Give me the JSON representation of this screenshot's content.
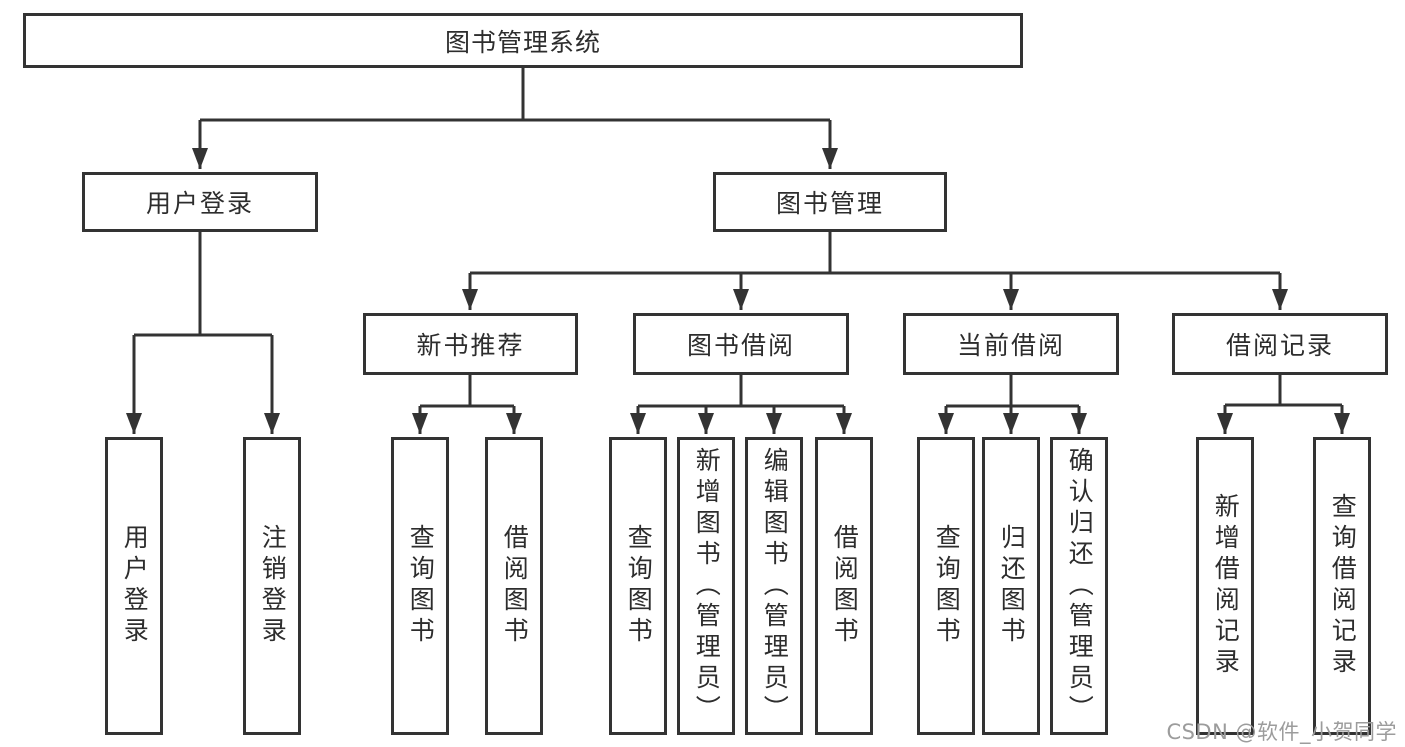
{
  "diagram": {
    "type": "feature-tree",
    "tree": {
      "root": {
        "label": "图书管理系统"
      },
      "branches": [
        {
          "label": "用户登录",
          "children": [
            {
              "label": "用户登录"
            },
            {
              "label": "注销登录"
            }
          ]
        },
        {
          "label": "图书管理",
          "children": [
            {
              "label": "新书推荐",
              "children": [
                {
                  "label": "查询图书"
                },
                {
                  "label": "借阅图书"
                }
              ]
            },
            {
              "label": "图书借阅",
              "children": [
                {
                  "label": "查询图书"
                },
                {
                  "label": "新增图书（管理员）"
                },
                {
                  "label": "编辑图书（管理员）"
                },
                {
                  "label": "借阅图书"
                }
              ]
            },
            {
              "label": "当前借阅",
              "children": [
                {
                  "label": "查询图书"
                },
                {
                  "label": "归还图书"
                },
                {
                  "label": "确认归还（管理员）"
                }
              ]
            },
            {
              "label": "借阅记录",
              "children": [
                {
                  "label": "新增借阅记录"
                },
                {
                  "label": "查询借阅记录"
                }
              ]
            }
          ]
        }
      ]
    },
    "watermark": {
      "text": "CSDN @软件_小贺同学"
    }
  },
  "colors": {
    "line": "#333333",
    "text": "#2d2d2d",
    "box_background": "#ffffff",
    "watermark": "#9c9c9c",
    "background": "#ffffff"
  }
}
